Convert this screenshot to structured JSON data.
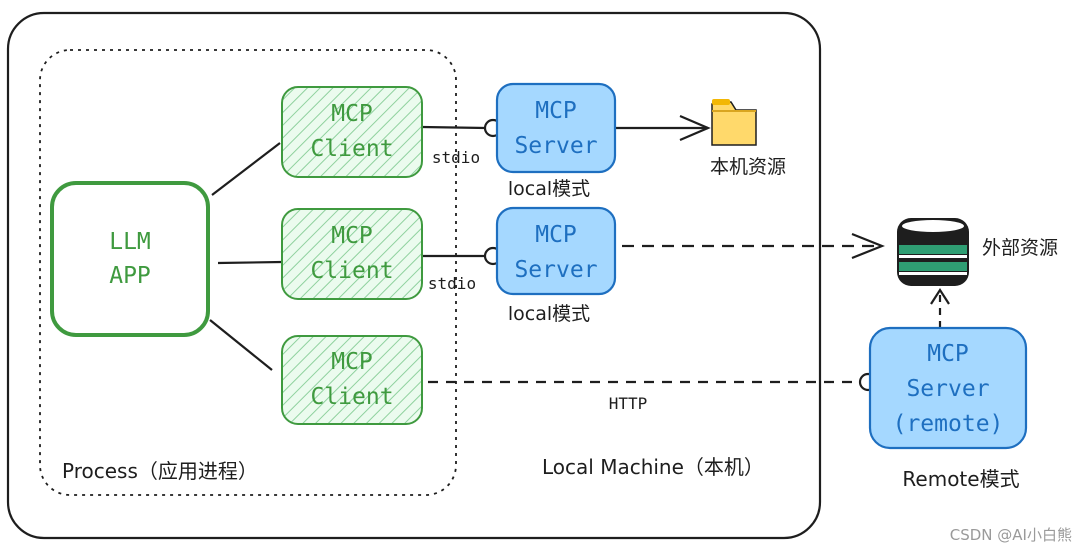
{
  "llm_app": {
    "line1": "LLM",
    "line2": "APP"
  },
  "clients": [
    {
      "line1": "MCP",
      "line2": "Client"
    },
    {
      "line1": "MCP",
      "line2": "Client"
    },
    {
      "line1": "MCP",
      "line2": "Client"
    }
  ],
  "servers": [
    {
      "line1": "MCP",
      "line2": "Server",
      "mode": "local模式"
    },
    {
      "line1": "MCP",
      "line2": "Server",
      "mode": "local模式"
    }
  ],
  "remote_server": {
    "line1": "MCP",
    "line2": "Server",
    "line3": "(remote)",
    "mode": "Remote模式"
  },
  "transports": {
    "stdio_1": "stdio",
    "stdio_2": "stdio",
    "http": "HTTP"
  },
  "resources": {
    "local": "本机资源",
    "external": "外部资源"
  },
  "regions": {
    "process": "Process（应用进程）",
    "local_machine": "Local Machine（本机）"
  },
  "watermark": "CSDN @AI小白熊",
  "colors": {
    "green_stroke": "#3f9a3f",
    "green_fill": "#ebfbee",
    "blue_stroke": "#1e6fc0",
    "blue_fill": "#a5d8ff",
    "folder_fill": "#ffd96b",
    "db_dark": "#1e1e1e",
    "db_green": "#2f9e73"
  }
}
